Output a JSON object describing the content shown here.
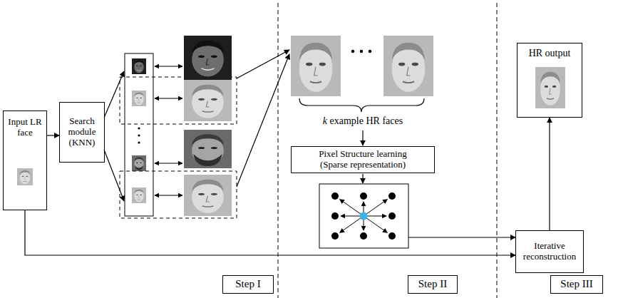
{
  "diagram": {
    "nodes": [
      {
        "text": [
          "Input LR face"
        ]
      },
      {
        "text": [
          "Search module (KNN)"
        ]
      },
      {
        "text": [
          "Pixel Structure learning (Sparse representation)"
        ]
      },
      {
        "text": [
          "HR output"
        ]
      },
      {
        "text": [
          "Iterative reconstruction"
        ]
      },
      {
        "text": [
          "Step I"
        ]
      },
      {
        "text": [
          "Step II"
        ]
      },
      {
        "text": [
          "Step III"
        ]
      }
    ],
    "edges": [
      {
        "from": 0,
        "to": 1,
        "arrow": "to"
      },
      {
        "from": 4,
        "to": 3,
        "arrow": "to"
      },
      {
        "from": 0,
        "to": 4,
        "arrow": "to"
      }
    ],
    "labels": [
      "k example HR faces"
    ]
  }
}
